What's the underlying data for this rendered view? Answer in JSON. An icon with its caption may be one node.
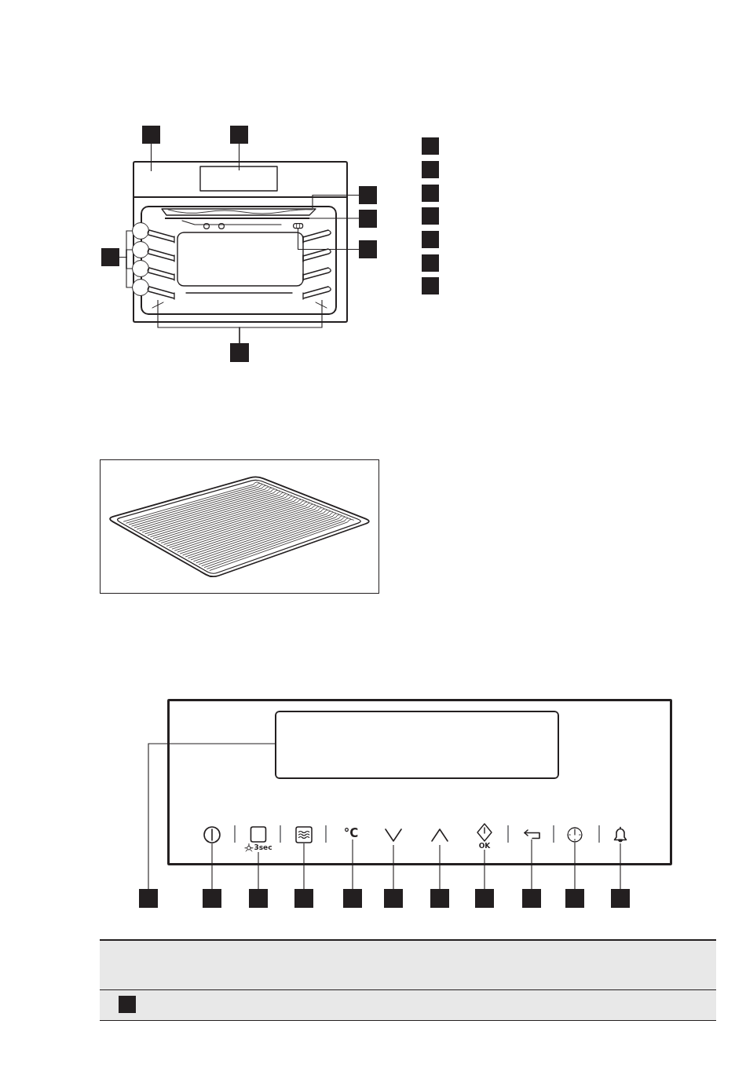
{
  "diagram": {
    "nodes": [
      {
        "text": [],
        "shape": "box"
      },
      {
        "text": [],
        "shape": "box"
      },
      {
        "text": [],
        "shape": "box"
      },
      {
        "text": [],
        "shape": "box"
      },
      {
        "text": [],
        "shape": "box"
      },
      {
        "text": [],
        "shape": "box"
      },
      {
        "text": [],
        "shape": "circle"
      },
      {
        "text": [],
        "shape": "circle"
      },
      {
        "text": [],
        "shape": "circle"
      },
      {
        "text": [],
        "shape": "circle"
      },
      {
        "text": [],
        "shape": "box"
      },
      {
        "text": [],
        "shape": "box"
      },
      {
        "text": [],
        "shape": "box"
      },
      {
        "text": [],
        "shape": "box"
      },
      {
        "text": [],
        "shape": "box"
      },
      {
        "text": [],
        "shape": "box"
      },
      {
        "text": [],
        "shape": "box"
      },
      {
        "text": [],
        "shape": "box"
      },
      {
        "text": [],
        "shape": "box"
      },
      {
        "text": [],
        "shape": "picture"
      },
      {
        "text": [
          "3sec"
        ]
      },
      {
        "text": [],
        "shape": "picture"
      },
      {
        "text": [
          "°C"
        ]
      },
      {
        "text": [],
        "shape": "picture"
      },
      {
        "text": [],
        "shape": "picture"
      },
      {
        "text": [
          "OK"
        ]
      },
      {
        "text": [],
        "shape": "picture"
      },
      {
        "text": [],
        "shape": "picture"
      },
      {
        "text": [],
        "shape": "picture"
      },
      {
        "text": [],
        "shape": "box"
      },
      {
        "text": [],
        "shape": "box"
      },
      {
        "text": [],
        "shape": "box"
      },
      {
        "text": [],
        "shape": "box"
      },
      {
        "text": [],
        "shape": "box"
      },
      {
        "text": [],
        "shape": "box"
      },
      {
        "text": [],
        "shape": "box"
      },
      {
        "text": [],
        "shape": "box"
      },
      {
        "text": [],
        "shape": "box"
      },
      {
        "text": [],
        "shape": "box"
      },
      {
        "text": [],
        "shape": "box"
      },
      {
        "text": [],
        "shape": "box"
      },
      {
        "text": [],
        "shape": "picture"
      },
      {
        "text": [],
        "shape": "picture"
      },
      {
        "text": [],
        "shape": "picture"
      },
      {
        "text": [],
        "shape": "bar"
      },
      {
        "text": [],
        "shape": "picture"
      }
    ],
    "edges": [
      {
        "from": 0,
        "to": null,
        "arrow": "none"
      },
      {
        "from": 1,
        "to": null,
        "arrow": "none"
      },
      {
        "from": 2,
        "to": 45,
        "arrow": "none"
      },
      {
        "from": 3,
        "to": 44,
        "arrow": "none"
      },
      {
        "from": 4,
        "to": 41,
        "arrow": "none"
      },
      {
        "from": 5,
        "to": 6,
        "arrow": "none"
      },
      {
        "from": 5,
        "to": 7,
        "arrow": "none"
      },
      {
        "from": 5,
        "to": 8,
        "arrow": "none"
      },
      {
        "from": 5,
        "to": 9,
        "arrow": "none"
      },
      {
        "from": 10,
        "to": 42,
        "arrow": "none"
      },
      {
        "from": 10,
        "to": 43,
        "arrow": "none"
      },
      {
        "from": 29,
        "to": 18,
        "arrow": "none"
      },
      {
        "from": 30,
        "to": 19,
        "arrow": "none"
      },
      {
        "from": 31,
        "to": 20,
        "arrow": "none"
      },
      {
        "from": 32,
        "to": 21,
        "arrow": "none"
      },
      {
        "from": 33,
        "to": 22,
        "arrow": "none"
      },
      {
        "from": 34,
        "to": 23,
        "arrow": "none"
      },
      {
        "from": 35,
        "to": 24,
        "arrow": "none"
      },
      {
        "from": 36,
        "to": 25,
        "arrow": "none"
      },
      {
        "from": 37,
        "to": 26,
        "arrow": "none"
      },
      {
        "from": 38,
        "to": 27,
        "arrow": "none"
      },
      {
        "from": 39,
        "to": 28,
        "arrow": "none"
      }
    ]
  }
}
